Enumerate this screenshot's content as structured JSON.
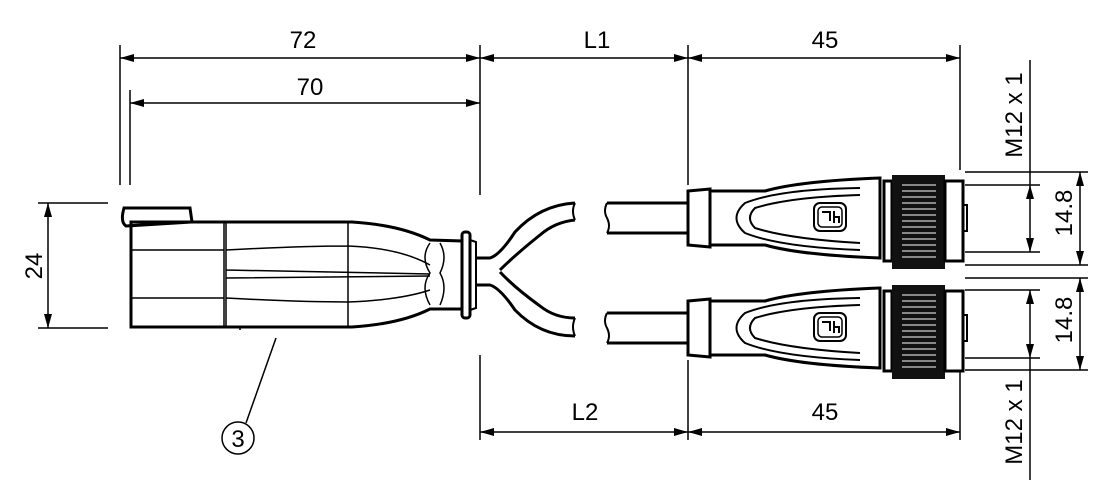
{
  "dimensions": {
    "overall_plug": "72",
    "plug_body": "70",
    "cable_length_1": "L1",
    "cable_length_2": "L2",
    "socket_length_top": "45",
    "socket_length_bottom": "45",
    "plug_height": "24",
    "socket_diameter_top": "14.8",
    "socket_diameter_bottom": "14.8",
    "thread_top": "M12 x 1",
    "thread_bottom": "M12 x 1"
  },
  "callout": "3",
  "colors": {
    "line": "#000000",
    "background": "#ffffff"
  }
}
